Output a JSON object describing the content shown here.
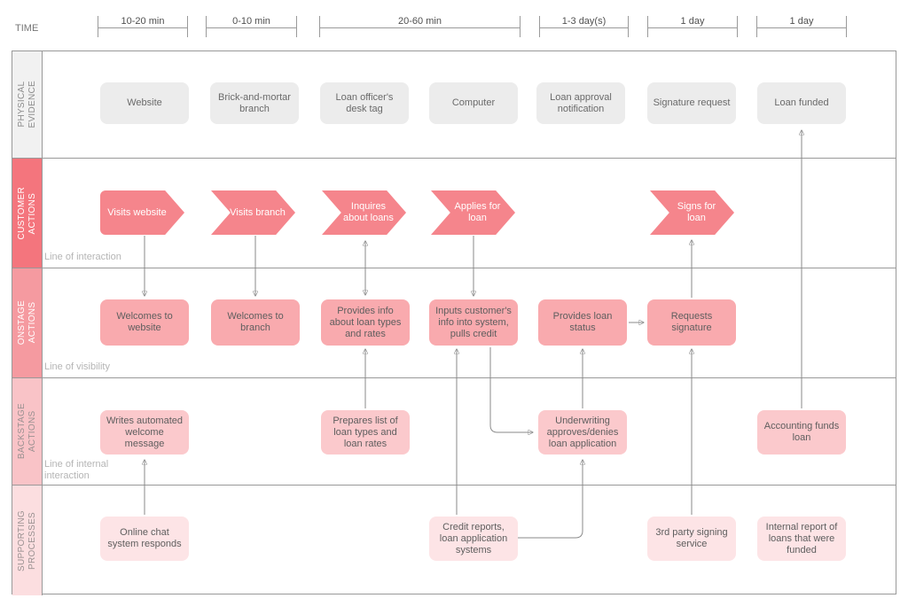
{
  "time_axis": {
    "label": "TIME",
    "intervals": [
      {
        "label": "10-20 min"
      },
      {
        "label": "0-10 min"
      },
      {
        "label": "20-60 min"
      },
      {
        "label": "1-3 day(s)"
      },
      {
        "label": "1 day"
      },
      {
        "label": "1 day"
      }
    ]
  },
  "lanes": {
    "physical": {
      "label": "PHYSICAL\nEVIDENCE",
      "boxes": [
        "Website",
        "Brick-and-mortar branch",
        "Loan officer's desk tag",
        "Computer",
        "Loan approval notification",
        "Signature request",
        "Loan funded"
      ]
    },
    "customer": {
      "label": "CUSTOMER\nACTIONS",
      "divider": "Line of interaction",
      "steps": [
        "Visits website",
        "Visits branch",
        "Inquires about loans",
        "Applies for loan",
        "Signs for loan"
      ]
    },
    "onstage": {
      "label": "ONSTAGE\nACTIONS",
      "divider": "Line of visibility",
      "boxes": [
        "Welcomes to website",
        "Welcomes to branch",
        "Provides info about loan types and rates",
        "Inputs customer's info into system, pulls credit",
        "Provides loan status",
        "Requests signature"
      ]
    },
    "backstage": {
      "label": "BACKSTAGE\nACTIONS",
      "divider": "Line of internal interaction",
      "boxes": [
        "Writes automated welcome message",
        "Prepares list of loan types and loan rates",
        "Underwriting approves/denies loan application",
        "Accounting funds loan"
      ]
    },
    "supporting": {
      "label": "SUPPORTING\nPROCESSES",
      "boxes": [
        "Online chat system responds",
        "Credit reports, loan application systems",
        "3rd party signing service",
        "Internal report of loans that were funded"
      ]
    }
  },
  "colors": {
    "customer_lane": "#f4757d",
    "customer_shape": "#f5858c",
    "onstage_lane": "#f59aa0",
    "onstage_shape": "#f9aaae",
    "backstage_lane": "#f9c3c7",
    "backstage_shape": "#fbc9cc",
    "supporting_lane": "#fcdee0",
    "supporting_shape": "#fde4e6",
    "physical_shape": "#ececec",
    "grid_line": "#999999",
    "connector": "#8a8a8a"
  }
}
